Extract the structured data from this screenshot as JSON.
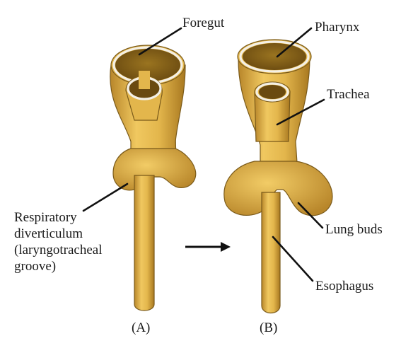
{
  "diagram": {
    "panel_a": {
      "caption": "(A)",
      "labels": {
        "foregut": "Foregut",
        "respiratory_line1": "Respiratory",
        "respiratory_line2": "diverticulum",
        "respiratory_line3": "(laryngotracheal",
        "respiratory_line4": "groove)"
      }
    },
    "panel_b": {
      "caption": "(B)",
      "labels": {
        "pharynx": "Pharynx",
        "trachea": "Trachea",
        "lung_buds": "Lung buds",
        "esophagus": "Esophagus"
      }
    },
    "colors": {
      "tissue": "#e3b64c",
      "tissue_shadow": "#b8862a",
      "lumen": "#8a6418",
      "arrow": "#111111"
    }
  }
}
